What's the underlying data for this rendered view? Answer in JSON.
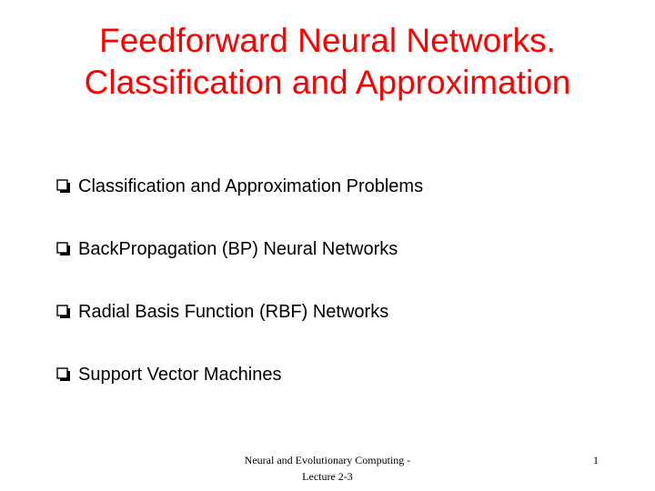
{
  "slide": {
    "title_lines": [
      "Feedforward Neural Networks.",
      "Classification and Approximation"
    ],
    "bullets": [
      "Classification and Approximation Problems",
      "BackPropagation (BP) Neural Networks",
      "Radial Basis Function (RBF) Networks",
      "Support Vector Machines"
    ],
    "bullet_icon": "checkbox-square-icon",
    "footer": {
      "lines": [
        "Neural and Evolutionary Computing -",
        "Lecture 2-3"
      ],
      "page_number": "1"
    },
    "colors": {
      "title": "#ff0000",
      "text": "#000000",
      "background": "#ffffff"
    }
  }
}
